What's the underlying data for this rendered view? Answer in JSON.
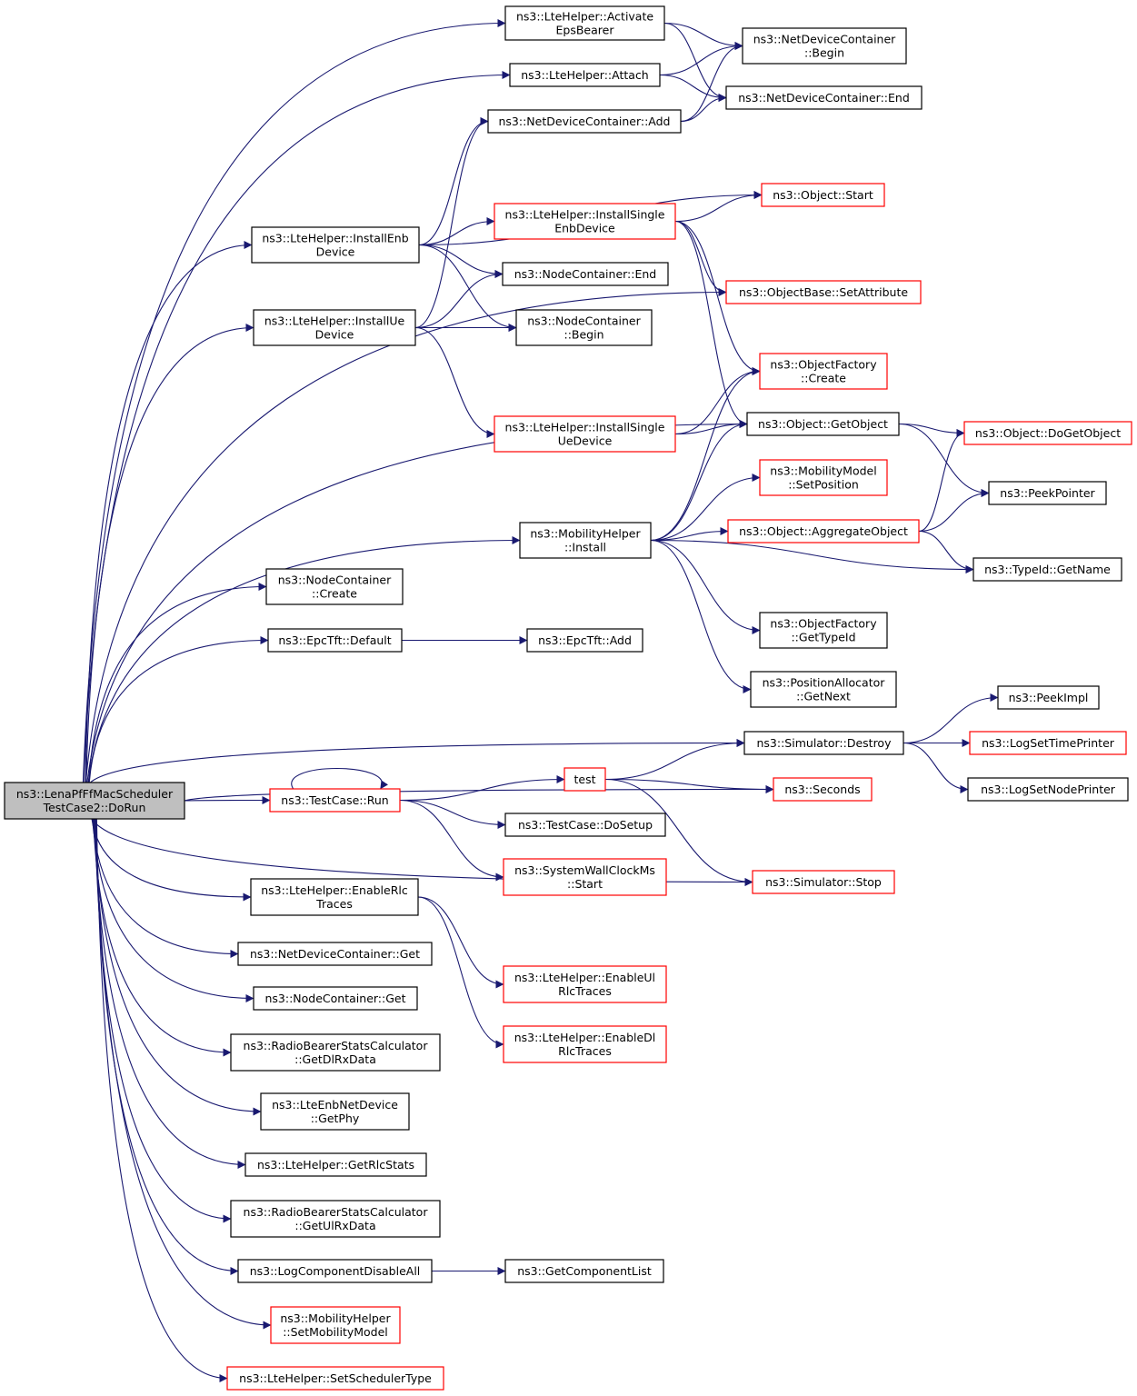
{
  "colors": {
    "edge": "#191970",
    "root_fill": "#bfbfbf",
    "node_fill": "#ffffff",
    "normal_border": "#000000",
    "truncated_border": "#ff0000"
  },
  "nodes": [
    {
      "id": "root",
      "lines": [
        "ns3::LenaPfFfMacScheduler",
        "TestCase2::DoRun"
      ],
      "style": "root"
    },
    {
      "id": "activate",
      "lines": [
        "ns3::LteHelper::Activate",
        "EpsBearer"
      ],
      "style": "normal"
    },
    {
      "id": "attach",
      "lines": [
        "ns3::LteHelper::Attach"
      ],
      "style": "normal"
    },
    {
      "id": "ndc_add",
      "lines": [
        "ns3::NetDeviceContainer::Add"
      ],
      "style": "normal"
    },
    {
      "id": "ndc_begin",
      "lines": [
        "ns3::NetDeviceContainer",
        "::Begin"
      ],
      "style": "normal"
    },
    {
      "id": "ndc_end",
      "lines": [
        "ns3::NetDeviceContainer::End"
      ],
      "style": "normal"
    },
    {
      "id": "obj_start",
      "lines": [
        "ns3::Object::Start"
      ],
      "style": "truncated"
    },
    {
      "id": "inst_single_enb",
      "lines": [
        "ns3::LteHelper::InstallSingle",
        "EnbDevice"
      ],
      "style": "truncated"
    },
    {
      "id": "inst_enb",
      "lines": [
        "ns3::LteHelper::InstallEnb",
        "Device"
      ],
      "style": "normal"
    },
    {
      "id": "nc_end",
      "lines": [
        "ns3::NodeContainer::End"
      ],
      "style": "normal"
    },
    {
      "id": "set_attr",
      "lines": [
        "ns3::ObjectBase::SetAttribute"
      ],
      "style": "truncated"
    },
    {
      "id": "inst_ue",
      "lines": [
        "ns3::LteHelper::InstallUe",
        "Device"
      ],
      "style": "normal"
    },
    {
      "id": "nc_begin",
      "lines": [
        "ns3::NodeContainer",
        "::Begin"
      ],
      "style": "normal"
    },
    {
      "id": "of_create",
      "lines": [
        "ns3::ObjectFactory",
        "::Create"
      ],
      "style": "truncated"
    },
    {
      "id": "inst_single_ue",
      "lines": [
        "ns3::LteHelper::InstallSingle",
        "UeDevice"
      ],
      "style": "truncated"
    },
    {
      "id": "get_object",
      "lines": [
        "ns3::Object::GetObject"
      ],
      "style": "normal"
    },
    {
      "id": "do_get_object",
      "lines": [
        "ns3::Object::DoGetObject"
      ],
      "style": "truncated"
    },
    {
      "id": "mm_setpos",
      "lines": [
        "ns3::MobilityModel",
        "::SetPosition"
      ],
      "style": "truncated"
    },
    {
      "id": "peek_pointer",
      "lines": [
        "ns3::PeekPointer"
      ],
      "style": "normal"
    },
    {
      "id": "mh_install",
      "lines": [
        "ns3::MobilityHelper",
        "::Install"
      ],
      "style": "normal"
    },
    {
      "id": "aggregate",
      "lines": [
        "ns3::Object::AggregateObject"
      ],
      "style": "truncated"
    },
    {
      "id": "typeid_getname",
      "lines": [
        "ns3::TypeId::GetName"
      ],
      "style": "normal"
    },
    {
      "id": "nc_create",
      "lines": [
        "ns3::NodeContainer",
        "::Create"
      ],
      "style": "normal"
    },
    {
      "id": "of_gettypeid",
      "lines": [
        "ns3::ObjectFactory",
        "::GetTypeId"
      ],
      "style": "normal"
    },
    {
      "id": "epc_default",
      "lines": [
        "ns3::EpcTft::Default"
      ],
      "style": "normal"
    },
    {
      "id": "epc_add",
      "lines": [
        "ns3::EpcTft::Add"
      ],
      "style": "normal"
    },
    {
      "id": "pa_getnext",
      "lines": [
        "ns3::PositionAllocator",
        "::GetNext"
      ],
      "style": "normal"
    },
    {
      "id": "peek_impl",
      "lines": [
        "ns3::PeekImpl"
      ],
      "style": "normal"
    },
    {
      "id": "sim_destroy",
      "lines": [
        "ns3::Simulator::Destroy"
      ],
      "style": "normal"
    },
    {
      "id": "log_time",
      "lines": [
        "ns3::LogSetTimePrinter"
      ],
      "style": "truncated"
    },
    {
      "id": "test",
      "lines": [
        "test"
      ],
      "style": "truncated"
    },
    {
      "id": "tc_run",
      "lines": [
        "ns3::TestCase::Run"
      ],
      "style": "truncated"
    },
    {
      "id": "seconds",
      "lines": [
        "ns3::Seconds"
      ],
      "style": "truncated"
    },
    {
      "id": "log_node",
      "lines": [
        "ns3::LogSetNodePrinter"
      ],
      "style": "normal"
    },
    {
      "id": "tc_setup",
      "lines": [
        "ns3::TestCase::DoSetup"
      ],
      "style": "normal"
    },
    {
      "id": "swc_start",
      "lines": [
        "ns3::SystemWallClockMs",
        "::Start"
      ],
      "style": "truncated"
    },
    {
      "id": "sim_stop",
      "lines": [
        "ns3::Simulator::Stop"
      ],
      "style": "truncated"
    },
    {
      "id": "enable_rlc",
      "lines": [
        "ns3::LteHelper::EnableRlc",
        "Traces"
      ],
      "style": "normal"
    },
    {
      "id": "ndc_get",
      "lines": [
        "ns3::NetDeviceContainer::Get"
      ],
      "style": "normal"
    },
    {
      "id": "enable_ul",
      "lines": [
        "ns3::LteHelper::EnableUl",
        "RlcTraces"
      ],
      "style": "truncated"
    },
    {
      "id": "nc_get",
      "lines": [
        "ns3::NodeContainer::Get"
      ],
      "style": "normal"
    },
    {
      "id": "enable_dl",
      "lines": [
        "ns3::LteHelper::EnableDl",
        "RlcTraces"
      ],
      "style": "truncated"
    },
    {
      "id": "rbs_dl",
      "lines": [
        "ns3::RadioBearerStatsCalculator",
        "::GetDlRxData"
      ],
      "style": "normal"
    },
    {
      "id": "enb_getphy",
      "lines": [
        "ns3::LteEnbNetDevice",
        "::GetPhy"
      ],
      "style": "normal"
    },
    {
      "id": "get_rlc_stats",
      "lines": [
        "ns3::LteHelper::GetRlcStats"
      ],
      "style": "normal"
    },
    {
      "id": "rbs_ul",
      "lines": [
        "ns3::RadioBearerStatsCalculator",
        "::GetUlRxData"
      ],
      "style": "normal"
    },
    {
      "id": "log_disable",
      "lines": [
        "ns3::LogComponentDisableAll"
      ],
      "style": "normal"
    },
    {
      "id": "get_comp_list",
      "lines": [
        "ns3::GetComponentList"
      ],
      "style": "normal"
    },
    {
      "id": "mh_setmodel",
      "lines": [
        "ns3::MobilityHelper",
        "::SetMobilityModel"
      ],
      "style": "truncated"
    },
    {
      "id": "set_sched",
      "lines": [
        "ns3::LteHelper::SetSchedulerType"
      ],
      "style": "truncated"
    }
  ],
  "edges": [
    [
      "root",
      "activate"
    ],
    [
      "root",
      "attach"
    ],
    [
      "root",
      "inst_enb"
    ],
    [
      "root",
      "inst_ue"
    ],
    [
      "root",
      "set_attr"
    ],
    [
      "root",
      "get_object"
    ],
    [
      "root",
      "mh_install"
    ],
    [
      "root",
      "nc_create"
    ],
    [
      "root",
      "epc_default"
    ],
    [
      "root",
      "sim_destroy"
    ],
    [
      "root",
      "seconds"
    ],
    [
      "root",
      "tc_run"
    ],
    [
      "root",
      "sim_stop"
    ],
    [
      "root",
      "enable_rlc"
    ],
    [
      "root",
      "ndc_get"
    ],
    [
      "root",
      "nc_get"
    ],
    [
      "root",
      "rbs_dl"
    ],
    [
      "root",
      "enb_getphy"
    ],
    [
      "root",
      "get_rlc_stats"
    ],
    [
      "root",
      "rbs_ul"
    ],
    [
      "root",
      "log_disable"
    ],
    [
      "root",
      "mh_setmodel"
    ],
    [
      "root",
      "set_sched"
    ],
    [
      "activate",
      "ndc_begin"
    ],
    [
      "activate",
      "ndc_end"
    ],
    [
      "attach",
      "ndc_begin"
    ],
    [
      "attach",
      "ndc_end"
    ],
    [
      "ndc_add",
      "ndc_begin"
    ],
    [
      "ndc_add",
      "ndc_end"
    ],
    [
      "inst_enb",
      "ndc_add"
    ],
    [
      "inst_enb",
      "obj_start"
    ],
    [
      "inst_enb",
      "inst_single_enb"
    ],
    [
      "inst_enb",
      "nc_end"
    ],
    [
      "inst_enb",
      "nc_begin"
    ],
    [
      "inst_single_enb",
      "obj_start"
    ],
    [
      "inst_single_enb",
      "set_attr"
    ],
    [
      "inst_single_enb",
      "of_create"
    ],
    [
      "inst_single_enb",
      "get_object"
    ],
    [
      "inst_ue",
      "ndc_add"
    ],
    [
      "inst_ue",
      "nc_end"
    ],
    [
      "inst_ue",
      "nc_begin"
    ],
    [
      "inst_ue",
      "inst_single_ue"
    ],
    [
      "inst_single_ue",
      "of_create"
    ],
    [
      "inst_single_ue",
      "get_object"
    ],
    [
      "get_object",
      "do_get_object"
    ],
    [
      "get_object",
      "peek_pointer"
    ],
    [
      "mh_install",
      "of_create"
    ],
    [
      "mh_install",
      "get_object"
    ],
    [
      "mh_install",
      "mm_setpos"
    ],
    [
      "mh_install",
      "aggregate"
    ],
    [
      "mh_install",
      "typeid_getname"
    ],
    [
      "mh_install",
      "of_gettypeid"
    ],
    [
      "mh_install",
      "pa_getnext"
    ],
    [
      "aggregate",
      "do_get_object"
    ],
    [
      "aggregate",
      "peek_pointer"
    ],
    [
      "aggregate",
      "typeid_getname"
    ],
    [
      "epc_default",
      "epc_add"
    ],
    [
      "sim_destroy",
      "peek_impl"
    ],
    [
      "sim_destroy",
      "log_time"
    ],
    [
      "sim_destroy",
      "log_node"
    ],
    [
      "tc_run",
      "tc_run"
    ],
    [
      "tc_run",
      "test"
    ],
    [
      "tc_run",
      "tc_setup"
    ],
    [
      "tc_run",
      "swc_start"
    ],
    [
      "test",
      "sim_destroy"
    ],
    [
      "test",
      "seconds"
    ],
    [
      "test",
      "sim_stop"
    ],
    [
      "enable_rlc",
      "enable_ul"
    ],
    [
      "enable_rlc",
      "enable_dl"
    ],
    [
      "log_disable",
      "get_comp_list"
    ]
  ]
}
